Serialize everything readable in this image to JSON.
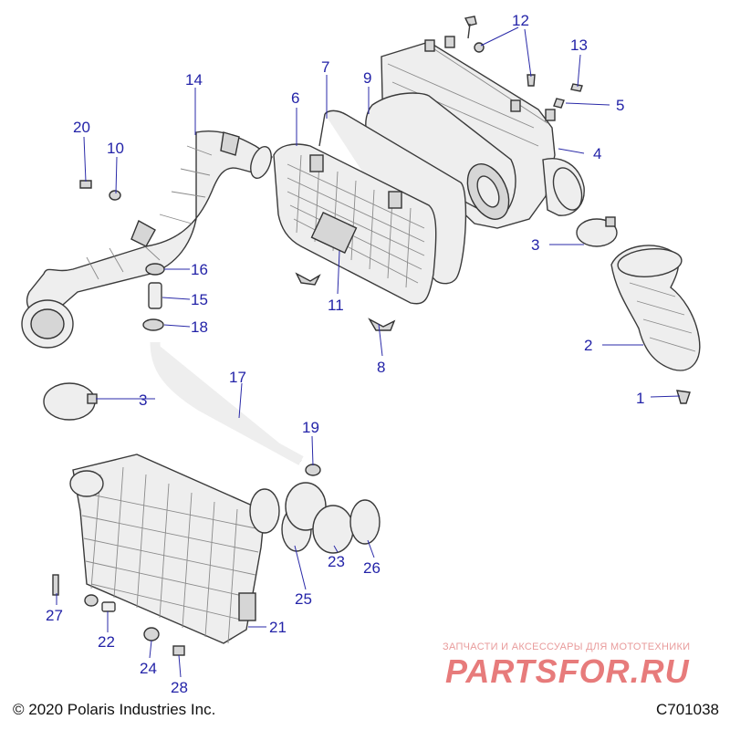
{
  "callouts": {
    "c1": "1",
    "c2": "2",
    "c3a": "3",
    "c3b": "3",
    "c4": "4",
    "c5": "5",
    "c6": "6",
    "c7": "7",
    "c8": "8",
    "c9": "9",
    "c10": "10",
    "c11": "11",
    "c12": "12",
    "c13": "13",
    "c14": "14",
    "c15": "15",
    "c16": "16",
    "c17": "17",
    "c18": "18",
    "c19": "19",
    "c20": "20",
    "c21": "21",
    "c22": "22",
    "c23": "23",
    "c24": "24",
    "c25": "25",
    "c26": "26",
    "c27": "27",
    "c28": "28"
  },
  "footer": {
    "copyright": "© 2020 Polaris Industries Inc.",
    "drawing_id": "C701038"
  },
  "watermark": {
    "tagline": "ЗАПЧАСТИ И АКСЕССУАРЫ ДЛЯ МОТОТЕХНИКИ",
    "logo_text": "PARTSFOR.RU"
  },
  "colors": {
    "callout": "#2323a8",
    "watermark": "#e05050"
  }
}
